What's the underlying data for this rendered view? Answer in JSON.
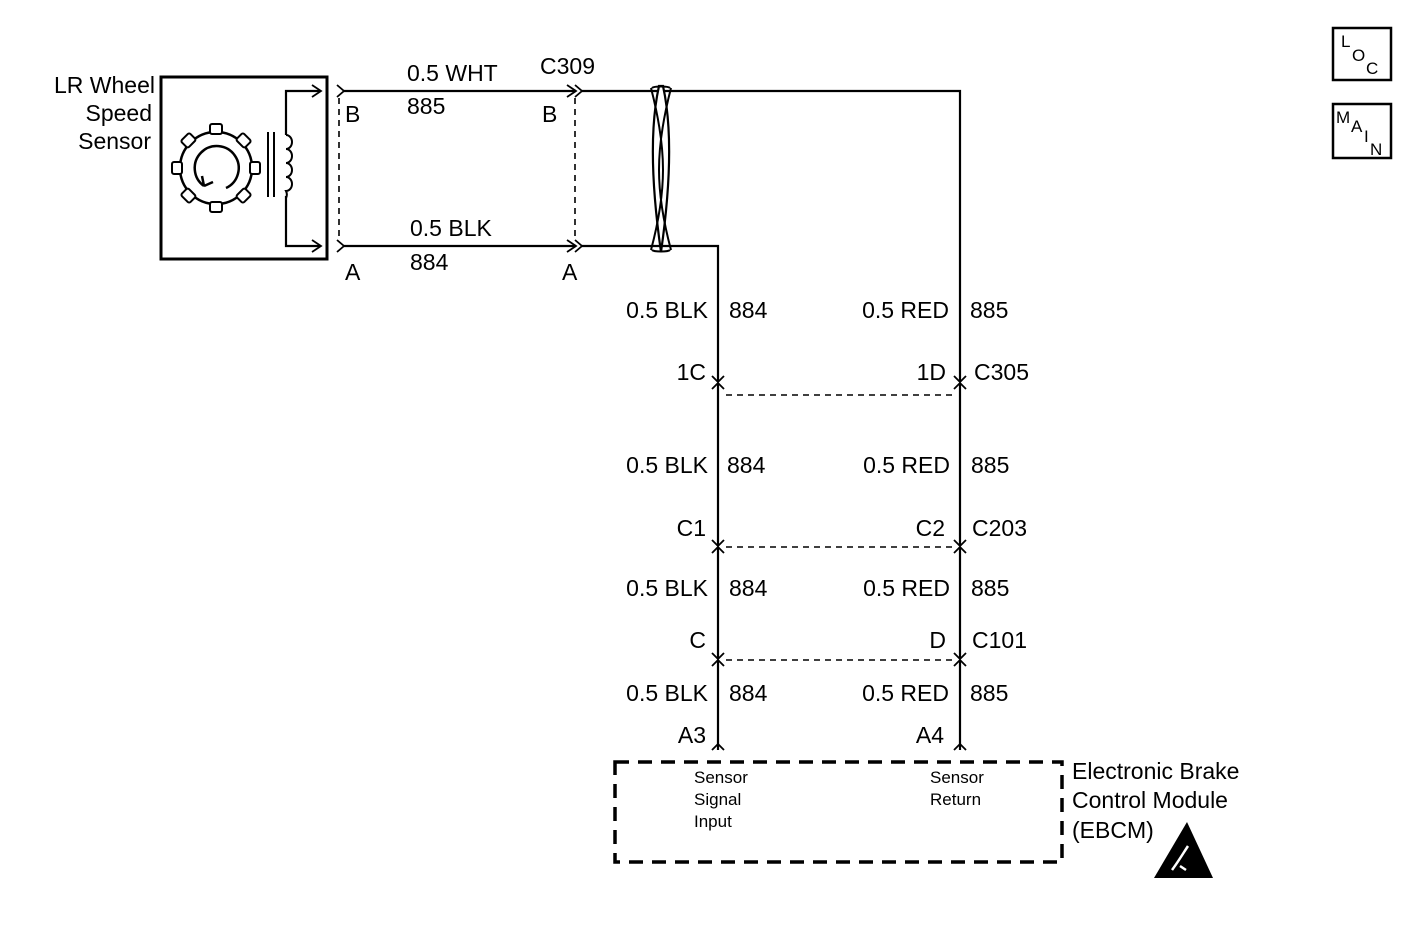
{
  "sensor": {
    "name_line1": "LR Wheel",
    "name_line2": "Speed",
    "name_line3": "Sensor",
    "pin_b": "B",
    "pin_a": "A"
  },
  "c309": {
    "name": "C309",
    "pin_b": "B",
    "pin_a": "A"
  },
  "wire_top": {
    "size_color": "0.5 WHT",
    "circuit": "885"
  },
  "wire_bottom": {
    "size_color": "0.5 BLK",
    "circuit": "884"
  },
  "left_branch": {
    "seg1": {
      "size_color": "0.5 BLK",
      "circuit": "884"
    },
    "seg2": {
      "size_color": "0.5 BLK",
      "circuit": "884"
    },
    "seg3": {
      "size_color": "0.5 BLK",
      "circuit": "884"
    },
    "seg4": {
      "size_color": "0.5 BLK",
      "circuit": "884"
    }
  },
  "right_branch": {
    "seg1": {
      "size_color": "0.5 RED",
      "circuit": "885"
    },
    "seg2": {
      "size_color": "0.5 RED",
      "circuit": "885"
    },
    "seg3": {
      "size_color": "0.5 RED",
      "circuit": "885"
    },
    "seg4": {
      "size_color": "0.5 RED",
      "circuit": "885"
    }
  },
  "c305": {
    "name": "C305",
    "pin_left": "1C",
    "pin_right": "1D"
  },
  "c203": {
    "name": "C203",
    "pin_left": "C1",
    "pin_right": "C2"
  },
  "c101": {
    "name": "C101",
    "pin_left": "C",
    "pin_right": "D"
  },
  "ebcm": {
    "pin_left": "A3",
    "pin_right": "A4",
    "signal_line1": "Sensor",
    "signal_line2": "Signal",
    "signal_line3": "Input",
    "return_line1": "Sensor",
    "return_line2": "Return",
    "name_line1": "Electronic Brake",
    "name_line2": "Control Module",
    "name_line3": "(EBCM)"
  },
  "nav": {
    "loc_l": "L",
    "loc_o": "O",
    "loc_c": "C",
    "main_m": "M",
    "main_a": "A",
    "main_i": "I",
    "main_n": "N"
  },
  "icons": {
    "esd": "esd-warning-icon",
    "sensor": "reluctor-wheel-icon",
    "coil": "coil-icon"
  }
}
